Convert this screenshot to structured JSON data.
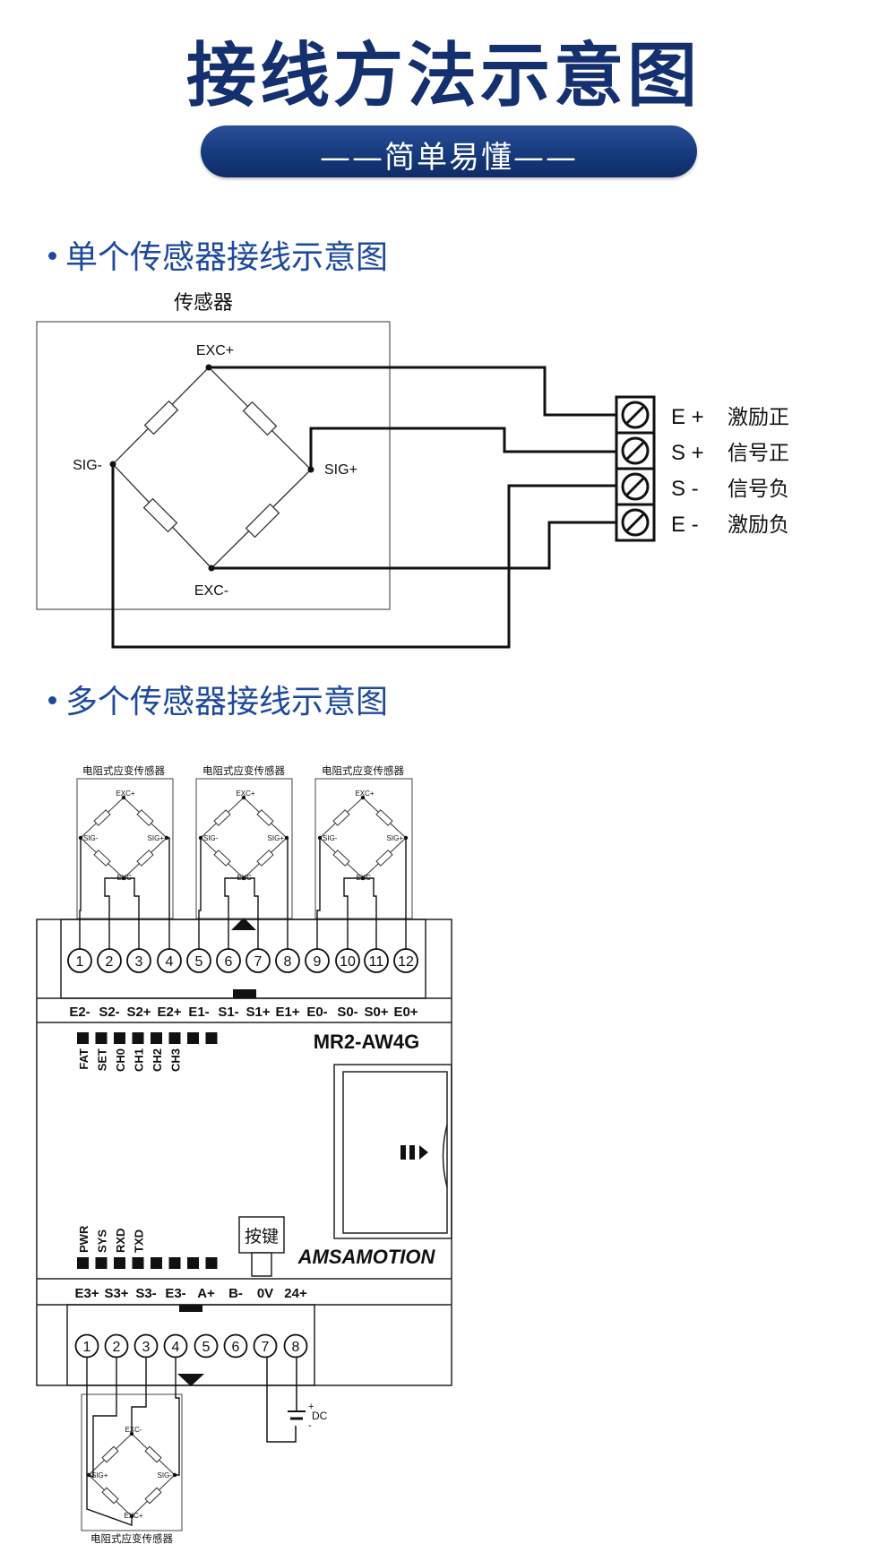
{
  "title": "接线方法示意图",
  "subtitle": "——简单易懂——",
  "section1": {
    "heading": "单个传感器接线示意图",
    "sensor_label": "传感器",
    "bridge": {
      "exc_plus": "EXC+",
      "exc_minus": "EXC-",
      "sig_plus": "SIG+",
      "sig_minus": "SIG-"
    },
    "terminals": [
      {
        "code": "E +",
        "desc": "激励正"
      },
      {
        "code": "S +",
        "desc": "信号正"
      },
      {
        "code": "S -",
        "desc": "信号负"
      },
      {
        "code": "E -",
        "desc": "激励负"
      }
    ]
  },
  "section2": {
    "heading": "多个传感器接线示意图",
    "sensor_caption": "电阻式应变传感器",
    "bridge": {
      "exc_plus": "EXC+",
      "exc_minus": "EXC-",
      "sig_plus": "SIG+",
      "sig_minus": "SIG-"
    },
    "top_terminal_numbers": [
      "1",
      "2",
      "3",
      "4",
      "5",
      "6",
      "7",
      "8",
      "9",
      "10",
      "11",
      "12"
    ],
    "top_terminal_labels": [
      "E2-",
      "S2-",
      "S2+",
      "E2+",
      "E1-",
      "S1-",
      "S1+",
      "E1+",
      "E0-",
      "S0-",
      "S0+",
      "E0+"
    ],
    "model": "MR2-AW4G",
    "top_leds": [
      "FAT",
      "SET",
      "CH0",
      "CH1",
      "CH2",
      "CH3"
    ],
    "bottom_leds": [
      "PWR",
      "SYS",
      "RXD",
      "TXD"
    ],
    "button_label": "按键",
    "brand": "AMSAMOTION",
    "bottom_terminal_numbers": [
      "1",
      "2",
      "3",
      "4",
      "5",
      "6",
      "7",
      "8"
    ],
    "bottom_terminal_labels": [
      "E3+",
      "S3+",
      "S3-",
      "E3-",
      "A+",
      "B-",
      "0V",
      "24+"
    ],
    "dc_label": "DC",
    "dc_plus": "+",
    "dc_minus": "-"
  }
}
